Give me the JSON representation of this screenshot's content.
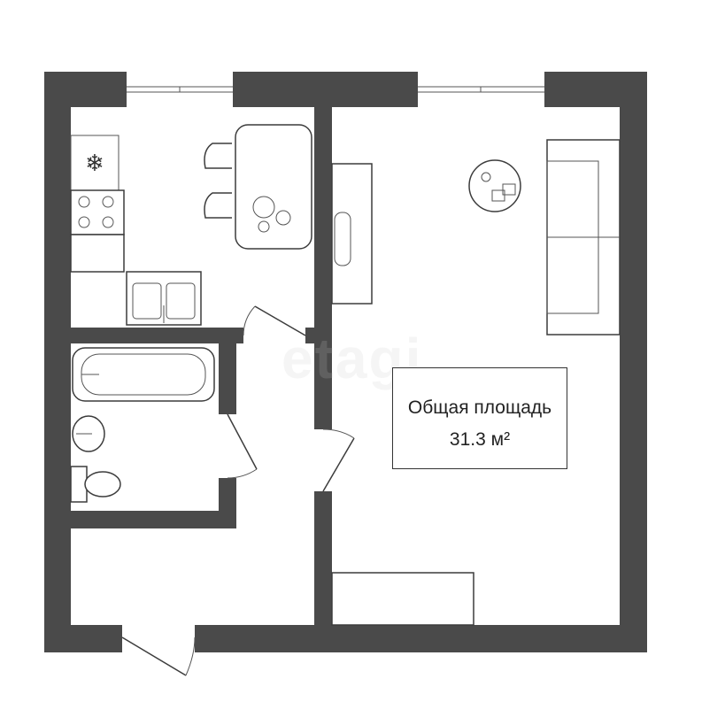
{
  "plan": {
    "total_area_label": "Общая площадь",
    "total_area_value": "31.3 м²",
    "watermark": "etagi"
  },
  "colors": {
    "wall": "#4a4a4a",
    "line": "#3c3c3c",
    "background": "#ffffff"
  }
}
